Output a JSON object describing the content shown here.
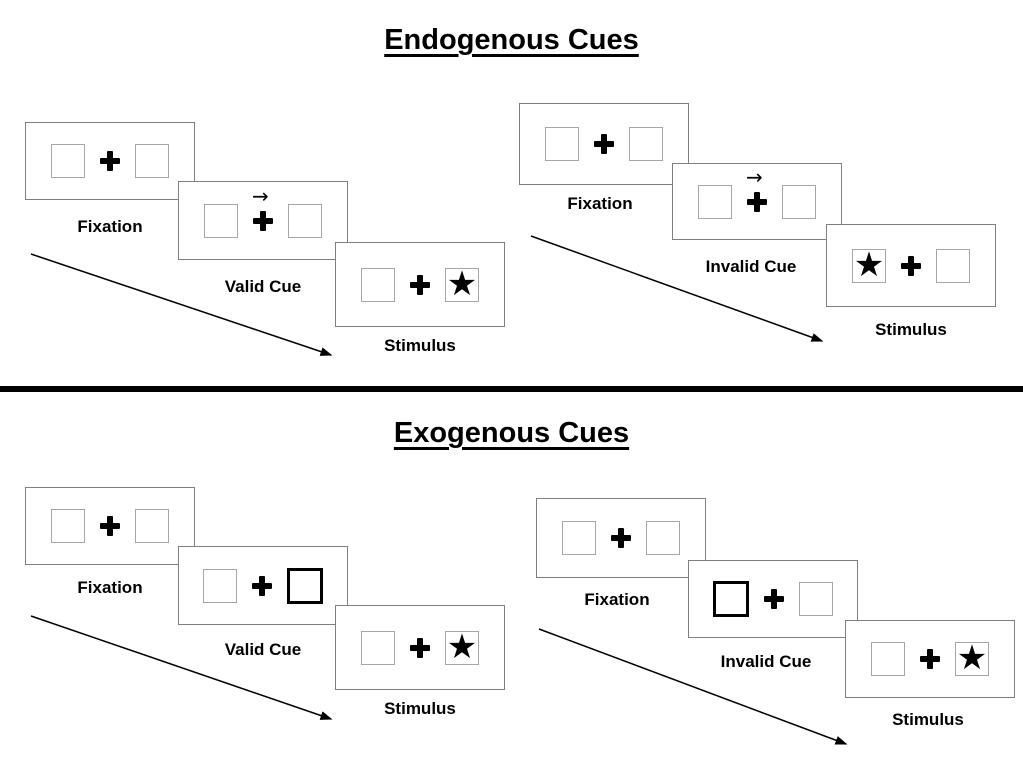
{
  "figure": {
    "kind": "posner-cueing-task-diagram",
    "background": "#ffffff"
  },
  "sections": [
    {
      "id": "endogenous",
      "title": "Endogenous Cues",
      "cue_style": "central-arrow",
      "trials": [
        {
          "id": "valid",
          "panels": {
            "fixation": {
              "label": "Fixation"
            },
            "cue": {
              "label": "Valid Cue",
              "arrow_direction": "right"
            },
            "stimulus": {
              "label": "Stimulus",
              "star_side": "right"
            }
          }
        },
        {
          "id": "invalid",
          "panels": {
            "fixation": {
              "label": "Fixation"
            },
            "cue": {
              "label": "Invalid Cue",
              "arrow_direction": "right"
            },
            "stimulus": {
              "label": "Stimulus",
              "star_side": "left"
            }
          }
        }
      ]
    },
    {
      "id": "exogenous",
      "title": "Exogenous Cues",
      "cue_style": "peripheral-box",
      "trials": [
        {
          "id": "valid",
          "panels": {
            "fixation": {
              "label": "Fixation"
            },
            "cue": {
              "label": "Valid Cue",
              "highlighted_side": "right"
            },
            "stimulus": {
              "label": "Stimulus",
              "star_side": "right"
            }
          }
        },
        {
          "id": "invalid",
          "panels": {
            "fixation": {
              "label": "Fixation"
            },
            "cue": {
              "label": "Invalid Cue",
              "highlighted_side": "left"
            },
            "stimulus": {
              "label": "Stimulus",
              "star_side": "right"
            }
          }
        }
      ]
    }
  ],
  "glyphs": {
    "star": "★",
    "arrow_right": "→"
  },
  "colors": {
    "panel_border": "#7f7f7f",
    "box_border": "#a6a6a6",
    "cue_box_border": "#000000",
    "ink": "#000000"
  }
}
